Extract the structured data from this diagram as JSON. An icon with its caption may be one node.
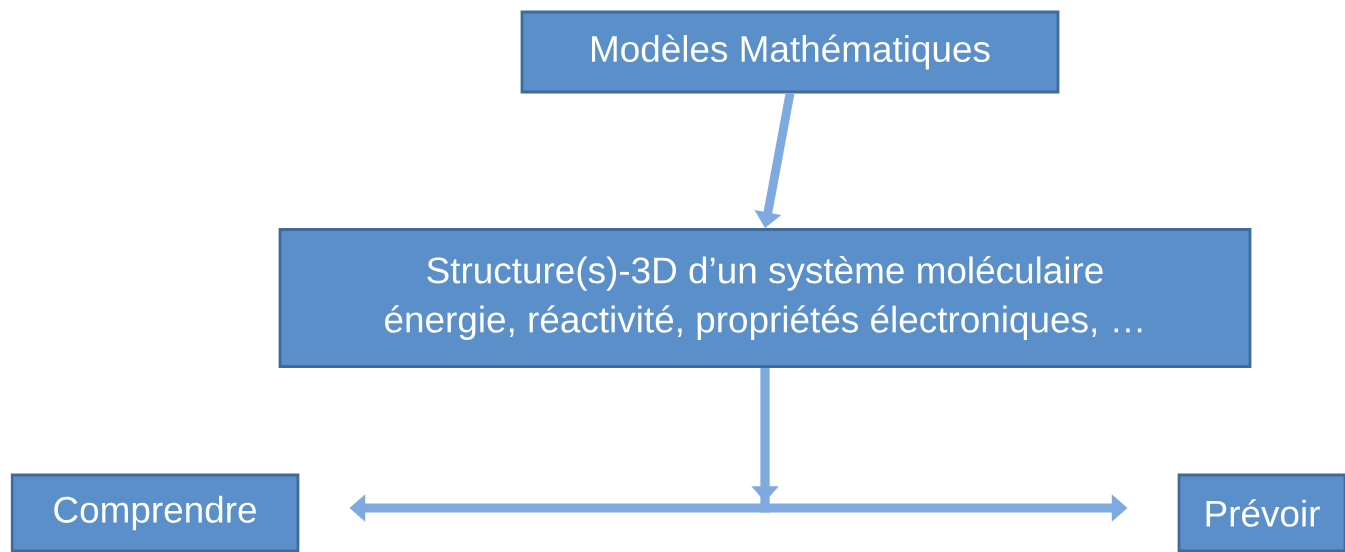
{
  "diagram": {
    "nodes": [
      {
        "text": [
          "Modèles Mathématiques"
        ]
      },
      {
        "text": [
          "Structure(s)-3D  d’un système moléculaire",
          "énergie, réactivité, propriétés électroniques, …"
        ]
      },
      {
        "text": [
          "Comprendre"
        ]
      },
      {
        "text": [
          "Prévoir"
        ]
      }
    ],
    "edges": [
      {
        "from": 0,
        "to": 1,
        "arrow": "to"
      },
      {
        "from": 1,
        "to": 2,
        "arrow": "to"
      },
      {
        "from": 1,
        "to": 3,
        "arrow": "to"
      }
    ]
  }
}
